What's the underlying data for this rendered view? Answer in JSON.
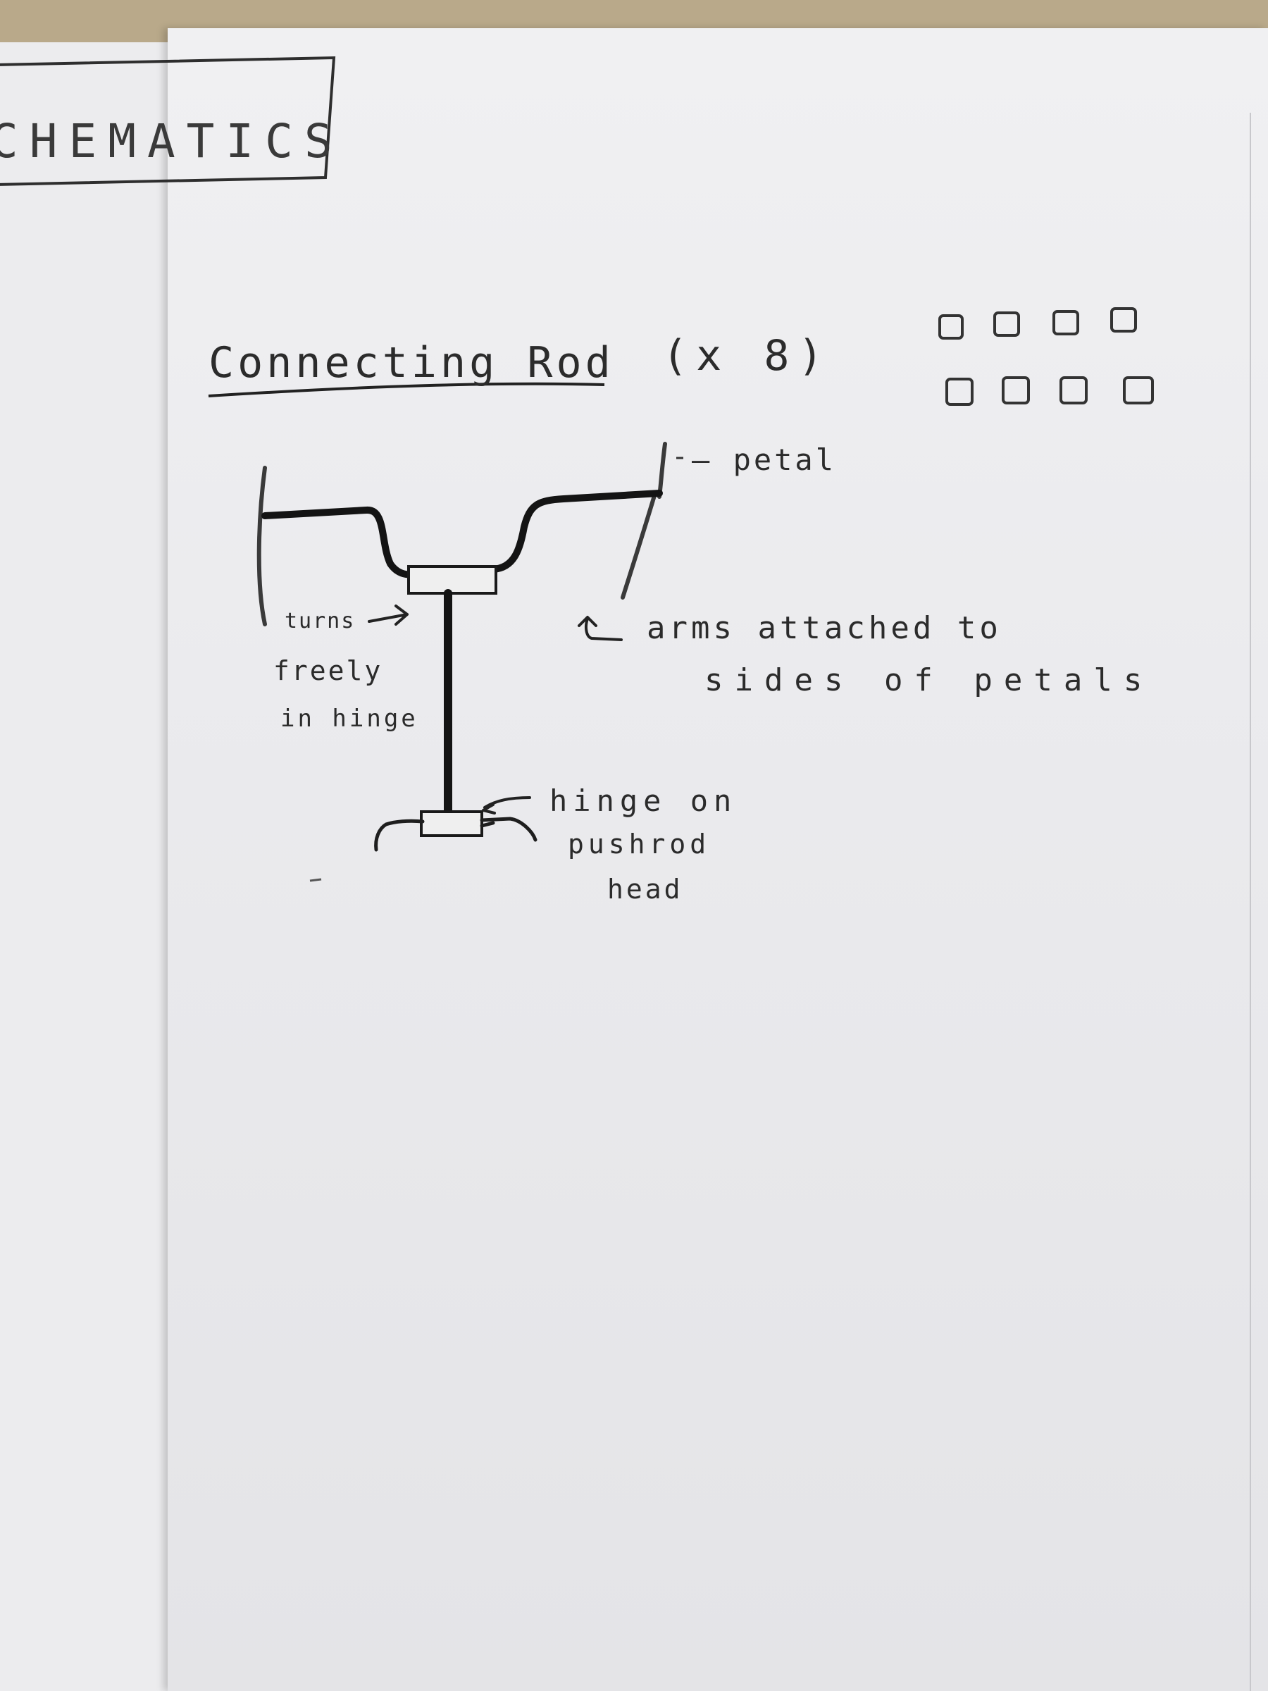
{
  "heading": "CHEMATICS",
  "diagram": {
    "title": "Connecting Rod",
    "quantity": "(x 8)",
    "progress_boxes": {
      "total": 8,
      "checked": 0
    },
    "labels": {
      "petal": "– petal",
      "turns_line1": "turns",
      "turns_line2": "freely",
      "turns_line3": "in hinge",
      "arms_line1": "arms attached to",
      "arms_line2": "sides of petals",
      "hinge_line1": "hinge on",
      "hinge_line2": "pushrod",
      "hinge_line3": "head"
    }
  },
  "colors": {
    "pencil": "#1e1e1e",
    "paper": "#ececee",
    "table": "#b9a98a"
  }
}
